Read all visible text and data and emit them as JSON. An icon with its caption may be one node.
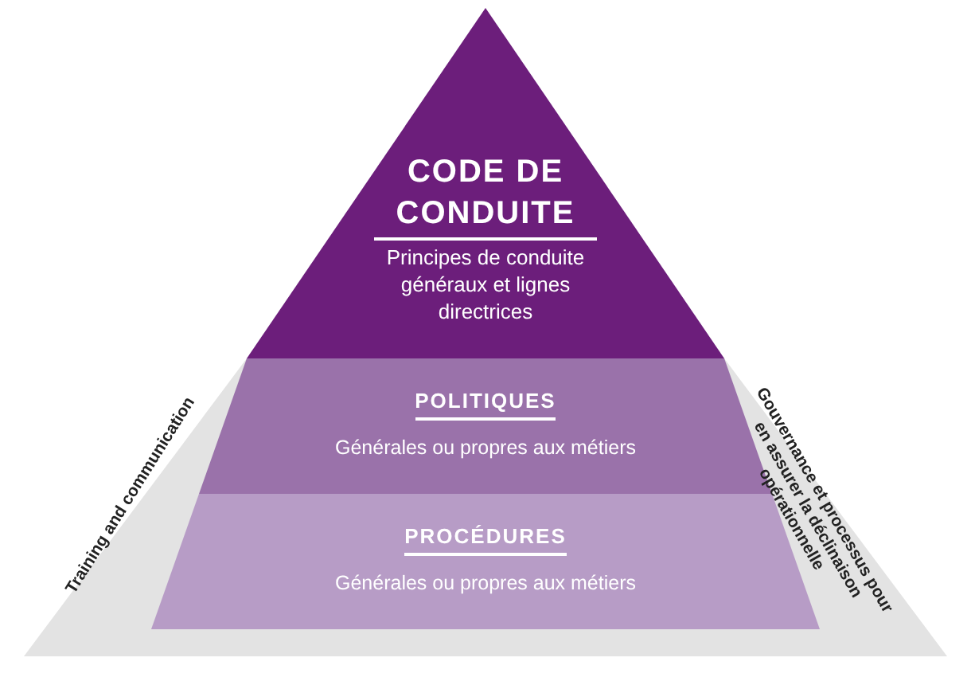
{
  "diagram": {
    "nodes": [
      {
        "text": [
          "Training and communication",
          "Gouvernance et processus pour en assurer la déclinaison opérationnelle"
        ]
      },
      {
        "text": [
          "CODE DE CONDUITE",
          "Principes de conduite généraux et lignes directrices"
        ]
      },
      {
        "text": [
          "POLITIQUES",
          "Générales ou propres aux métiers"
        ],
        "in": 0
      },
      {
        "text": [
          "PROCÉDURES",
          "Générales ou propres aux métiers"
        ],
        "in": 0
      }
    ]
  }
}
